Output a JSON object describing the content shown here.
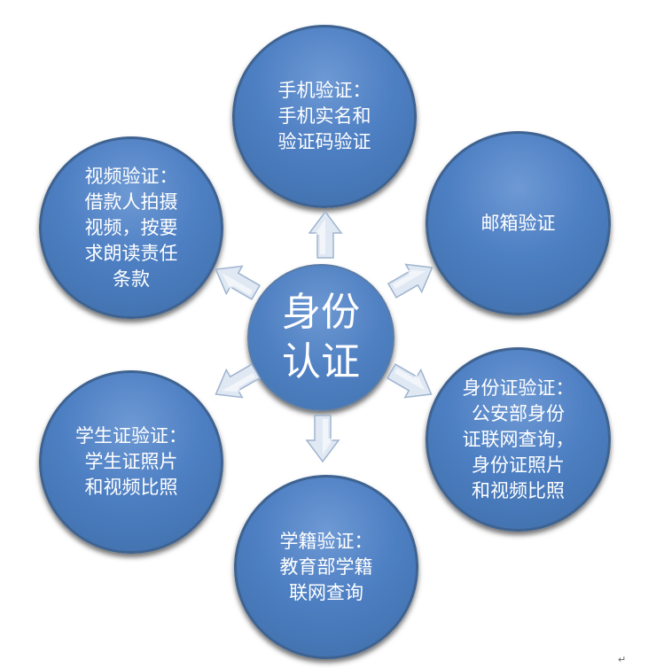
{
  "center": {
    "text": "身份\n认证"
  },
  "nodes": {
    "top": {
      "text": "手机验证：\n手机实名和\n验证码验证"
    },
    "tr": {
      "text": "邮箱验证"
    },
    "br": {
      "text": "身份证验证：\n公安部身份\n证联网查询，\n身份证照片\n和视频比照"
    },
    "bottom": {
      "text": "学籍验证：\n教育部学籍\n联网查询"
    },
    "bl": {
      "text": "学生证验证：\n学生证照片\n和视频比照"
    },
    "tl": {
      "text": "视频验证：\n借款人拍摄\n视频，按要\n求朗读责任\n条款"
    }
  },
  "colors": {
    "circle_fill": "#4d7fc3",
    "circle_border": "#3f6391",
    "arrow_fill": "#dfe8f3",
    "arrow_stroke": "#9fb4cf",
    "text": "#ffffff"
  },
  "paragraph_mark": "↵"
}
